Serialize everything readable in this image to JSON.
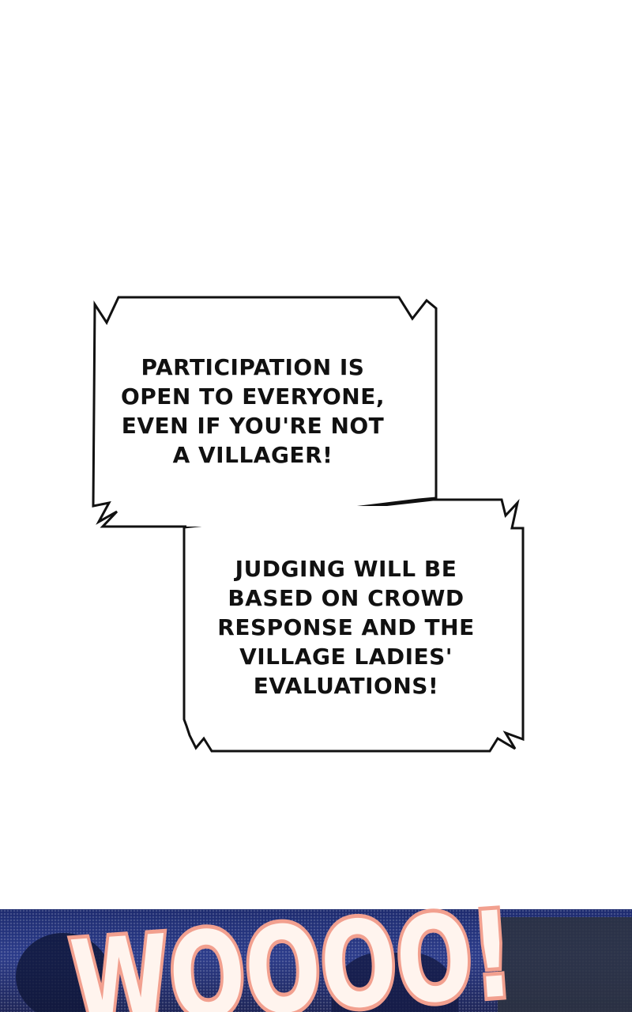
{
  "bubbles": [
    {
      "lines": [
        "PARTICIPATION IS",
        "OPEN TO EVERYONE,",
        "EVEN IF YOU'RE NOT",
        "A VILLAGER!"
      ]
    },
    {
      "lines": [
        "JUDGING WILL BE",
        "BASED ON CROWD",
        "RESPONSE AND THE",
        "VILLAGE LADIES'",
        "EVALUATIONS!"
      ]
    }
  ],
  "sound_effect": {
    "text": "WOOOO!",
    "fill_color": "#fff4ee",
    "outline_color": "#f2a08f"
  },
  "colors": {
    "background": "#ffffff",
    "bubble_border": "#111111",
    "scene": "#2b3b8a"
  }
}
